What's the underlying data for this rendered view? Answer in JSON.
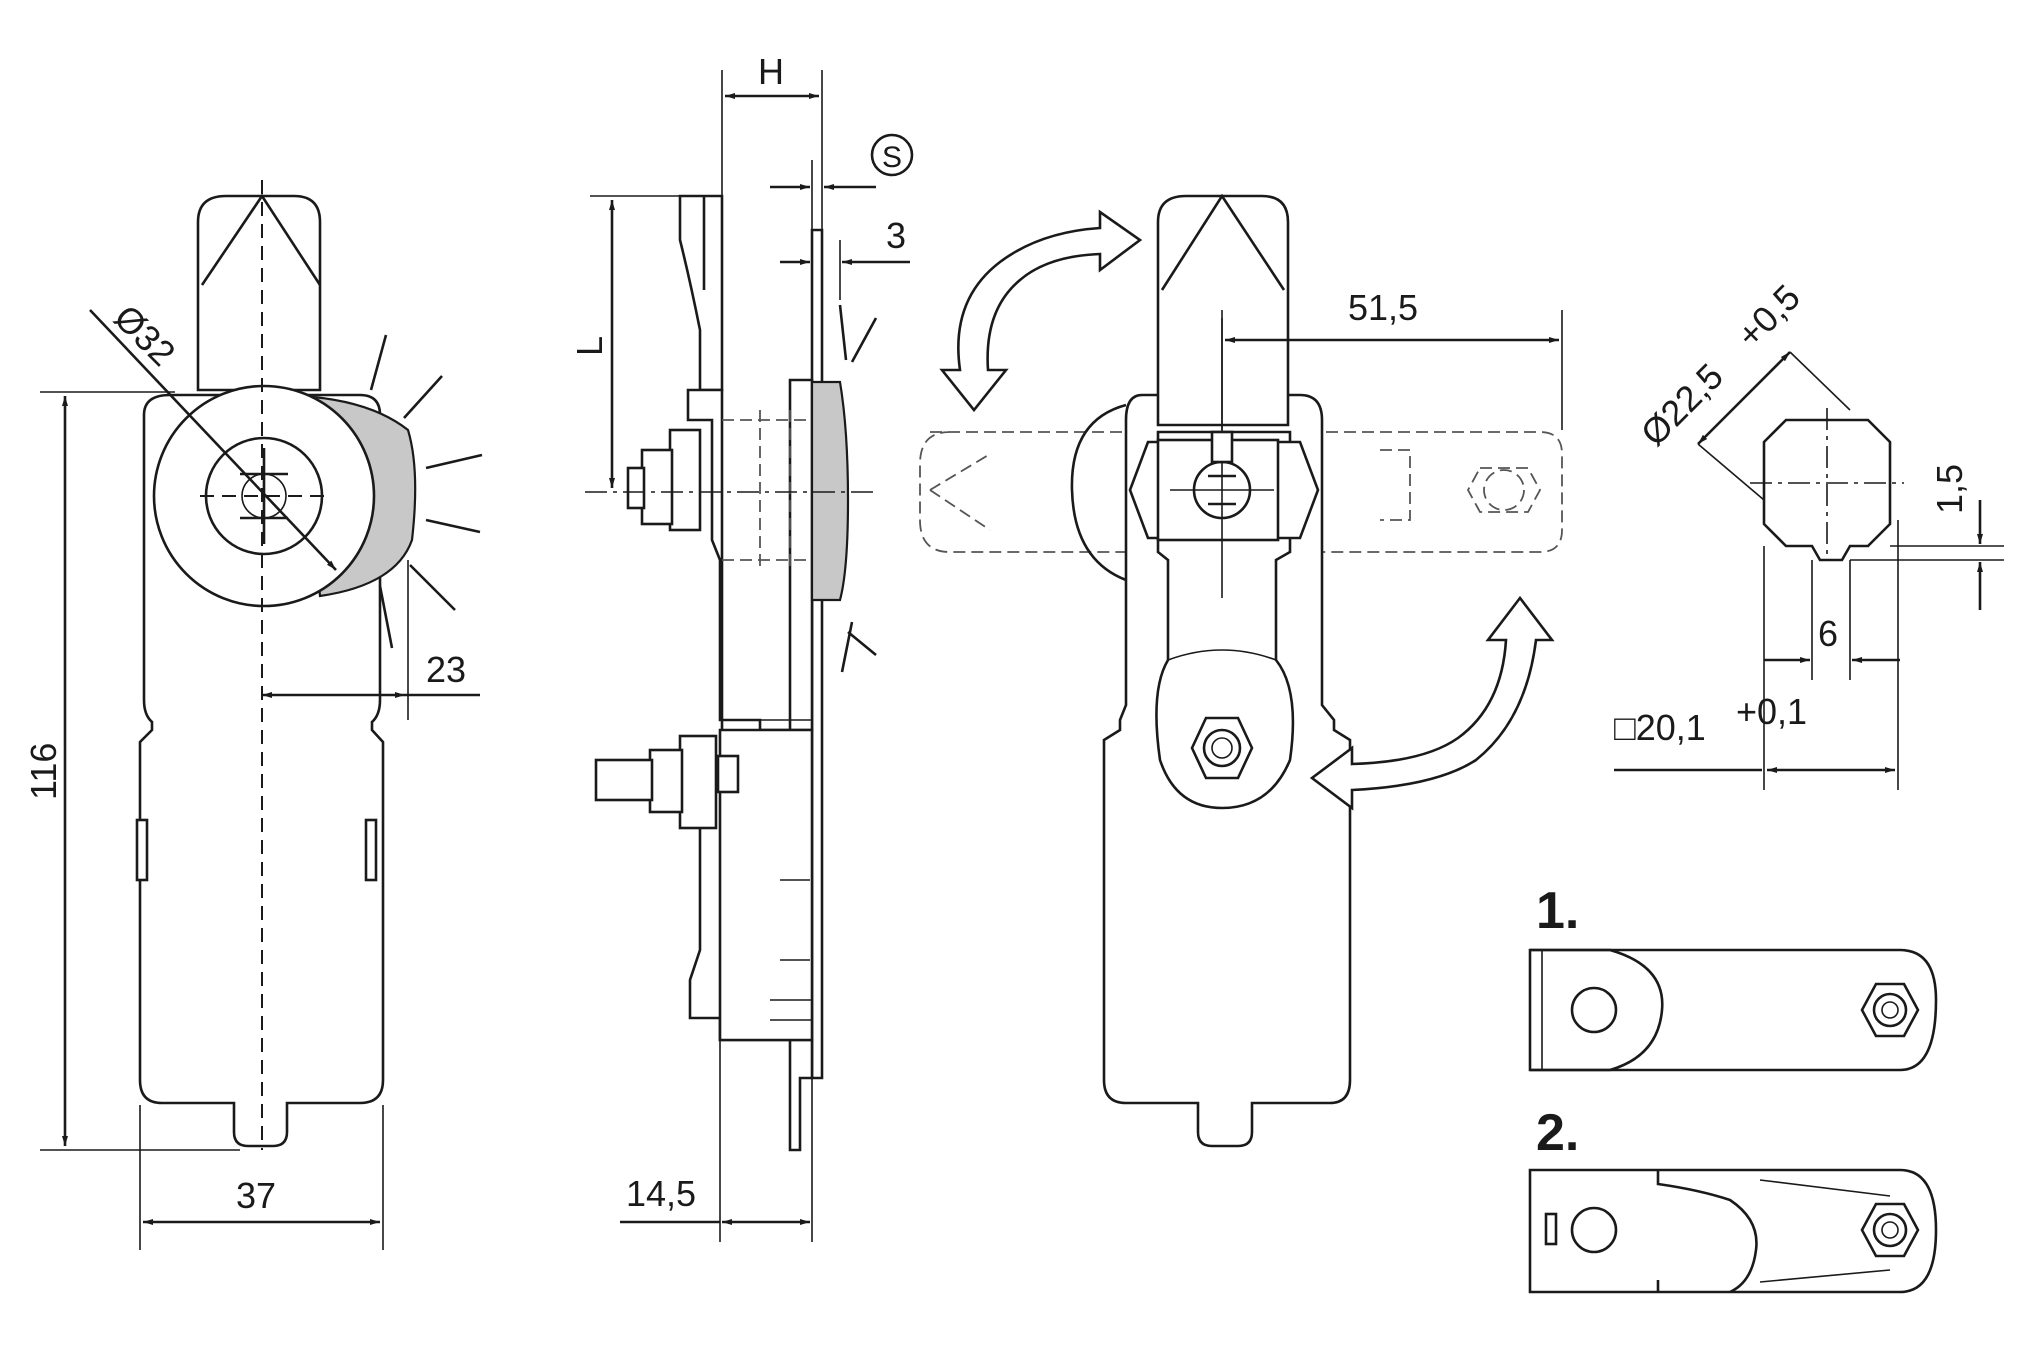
{
  "drawing": {
    "dimensions": {
      "dia_32": "Ø32",
      "h_116": "116",
      "w_37": "37",
      "w_23": "23",
      "H": "H",
      "S": "S",
      "three": "3",
      "L": "L",
      "d_14_5": "14,5",
      "d_51_5": "51,5",
      "dia_22_5": "Ø22,5",
      "tol_05": "+0,5",
      "d_1_5": "1,5",
      "d_6": "6",
      "sq_20_1": "□20,1",
      "tol_01": "+0,1"
    },
    "variants": {
      "one": "1.",
      "two": "2."
    }
  }
}
